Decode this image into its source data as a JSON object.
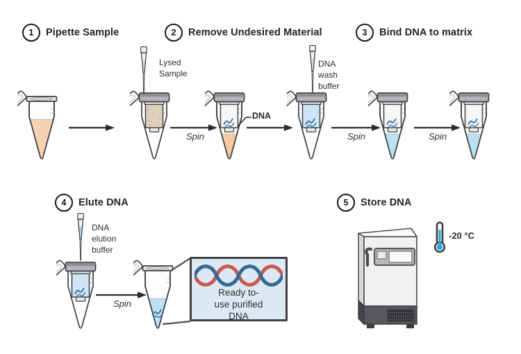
{
  "steps": [
    {
      "number": "1",
      "title": "Pipette Sample"
    },
    {
      "number": "2",
      "title": "Remove Undesired Material"
    },
    {
      "number": "3",
      "title": "Bind DNA to matrix"
    },
    {
      "number": "4",
      "title": "Elute DNA"
    },
    {
      "number": "5",
      "title": "Store DNA"
    }
  ],
  "labels": {
    "lysed_sample": "Lysed\nSample",
    "dna": "DNA",
    "dna_wash_buffer": "DNA\nwash\nbuffer",
    "dna_elution_buffer": "DNA\nelution\nbuffer",
    "spin": "Spin",
    "ready_dna": "Ready to-\nuse purified\nDNA",
    "temperature": "-20 °C"
  },
  "colors": {
    "outline": "#3f4042",
    "sample_peach": "#f4d3b2",
    "flowthrough_peach": "#f6c9a2",
    "wash_blue": "#c3e0f2",
    "elution_blue": "#a9d7ef",
    "eluate_blue": "#bde0f2",
    "matrix_beige": "#dfd0bb",
    "column_blue": "#cde5f4",
    "dna_blue": "#3c78ab",
    "helix_blue": "#356a92",
    "helix_red": "#c95a50",
    "callout_bg": "#dce9f4",
    "thermometer_blue": "#2aa7de"
  }
}
